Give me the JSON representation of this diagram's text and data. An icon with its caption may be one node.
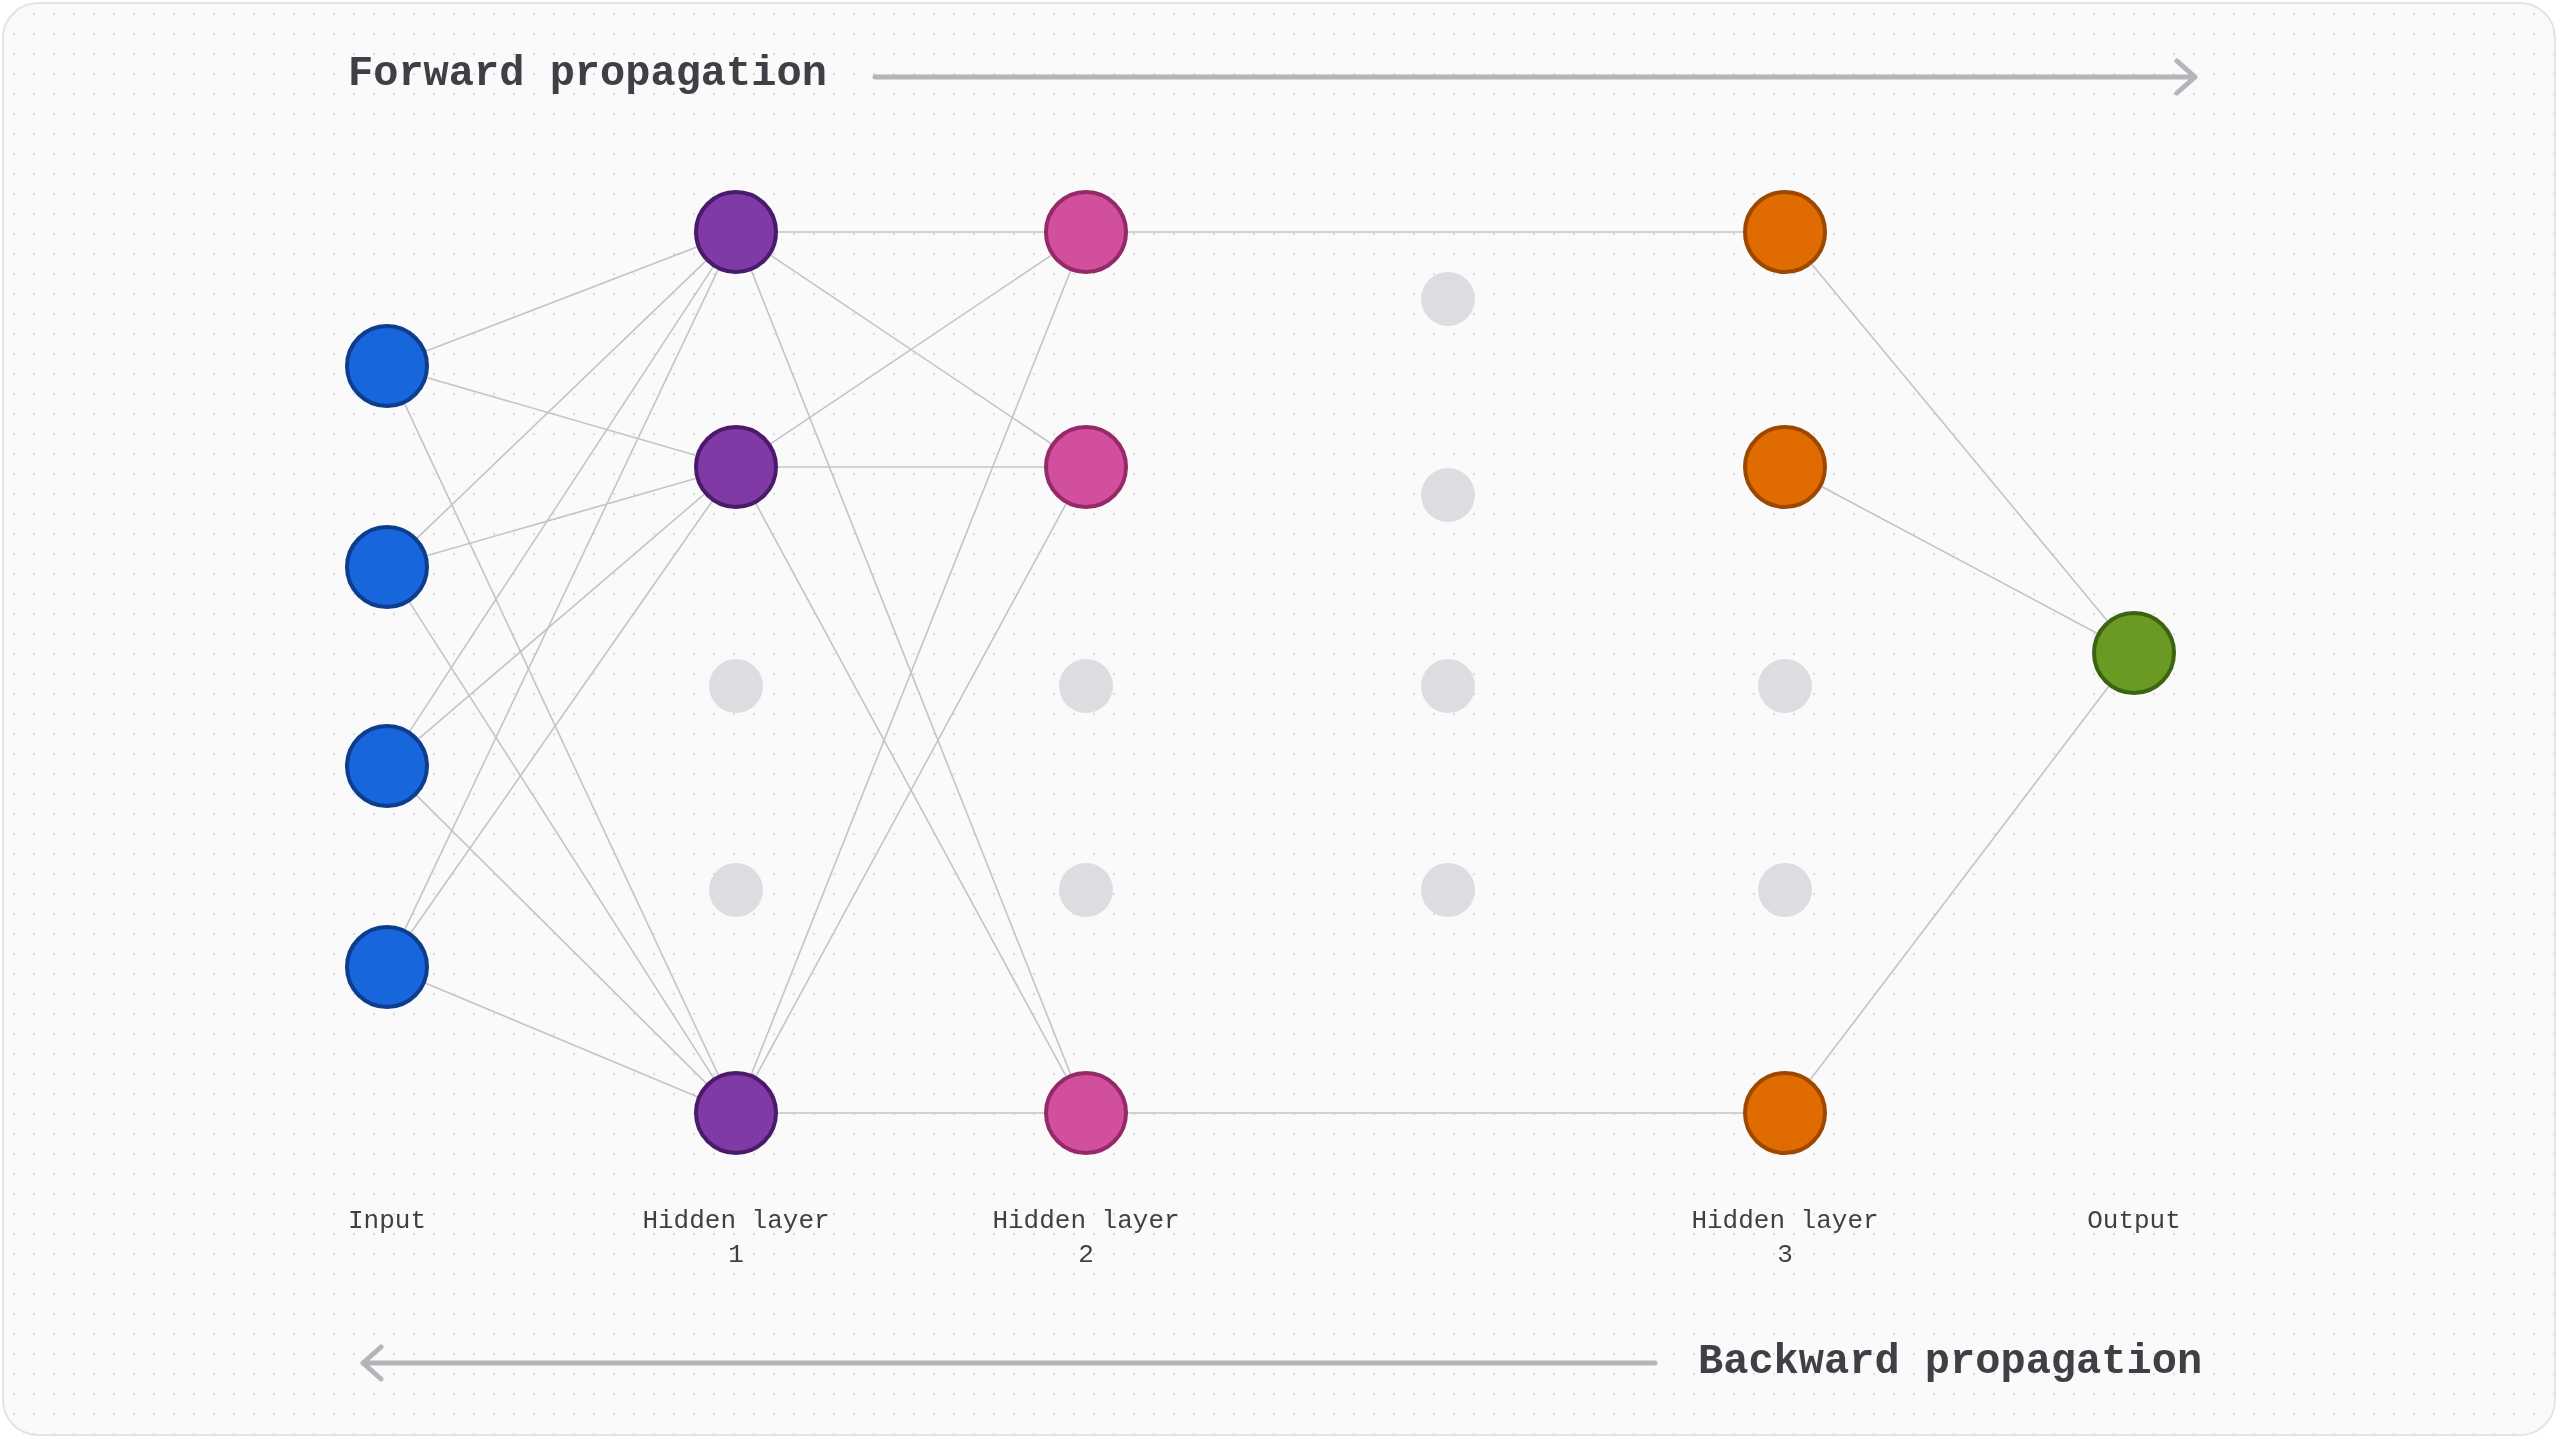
{
  "diagram": {
    "nodes": [
      {
        "text": [],
        "shape": "circle"
      },
      {
        "text": [],
        "shape": "circle"
      },
      {
        "text": [],
        "shape": "circle"
      },
      {
        "text": [],
        "shape": "circle"
      },
      {
        "text": [],
        "shape": "circle"
      },
      {
        "text": [],
        "shape": "circle"
      },
      {
        "text": [],
        "shape": "circle"
      },
      {
        "text": [],
        "shape": "circle"
      },
      {
        "text": [],
        "shape": "circle"
      },
      {
        "text": [],
        "shape": "circle"
      },
      {
        "text": [],
        "shape": "circle"
      },
      {
        "text": [],
        "shape": "circle"
      },
      {
        "text": [],
        "shape": "circle"
      },
      {
        "text": [],
        "shape": "circle"
      },
      {
        "text": [],
        "shape": "circle"
      },
      {
        "text": [],
        "shape": "circle"
      },
      {
        "text": [],
        "shape": "circle"
      },
      {
        "text": [],
        "shape": "circle"
      },
      {
        "text": [],
        "shape": "circle"
      },
      {
        "text": [],
        "shape": "circle"
      },
      {
        "text": [],
        "shape": "circle"
      },
      {
        "text": [],
        "shape": "circle"
      },
      {
        "text": [],
        "shape": "circle"
      },
      {
        "text": [],
        "shape": "circle"
      }
    ],
    "edges": [
      {
        "from": 0,
        "to": 4,
        "arrow": "none"
      },
      {
        "from": 0,
        "to": 5,
        "arrow": "none"
      },
      {
        "from": 0,
        "to": 8,
        "arrow": "none"
      },
      {
        "from": 1,
        "to": 4,
        "arrow": "none"
      },
      {
        "from": 1,
        "to": 5,
        "arrow": "none"
      },
      {
        "from": 1,
        "to": 8,
        "arrow": "none"
      },
      {
        "from": 2,
        "to": 4,
        "arrow": "none"
      },
      {
        "from": 2,
        "to": 5,
        "arrow": "none"
      },
      {
        "from": 2,
        "to": 8,
        "arrow": "none"
      },
      {
        "from": 3,
        "to": 4,
        "arrow": "none"
      },
      {
        "from": 3,
        "to": 5,
        "arrow": "none"
      },
      {
        "from": 3,
        "to": 8,
        "arrow": "none"
      },
      {
        "from": 4,
        "to": 9,
        "arrow": "none"
      },
      {
        "from": 4,
        "to": 10,
        "arrow": "none"
      },
      {
        "from": 4,
        "to": 13,
        "arrow": "none"
      },
      {
        "from": 5,
        "to": 9,
        "arrow": "none"
      },
      {
        "from": 5,
        "to": 10,
        "arrow": "none"
      },
      {
        "from": 5,
        "to": 13,
        "arrow": "none"
      },
      {
        "from": 8,
        "to": 9,
        "arrow": "none"
      },
      {
        "from": 8,
        "to": 10,
        "arrow": "none"
      },
      {
        "from": 8,
        "to": 13,
        "arrow": "none"
      },
      {
        "from": 9,
        "to": 18,
        "arrow": "none"
      },
      {
        "from": 13,
        "to": 22,
        "arrow": "none"
      },
      {
        "from": 18,
        "to": 23,
        "arrow": "none"
      },
      {
        "from": 19,
        "to": 23,
        "arrow": "none"
      },
      {
        "from": 22,
        "to": 23,
        "arrow": "none"
      }
    ],
    "labels": [
      "Forward propagation",
      "Input",
      "Hidden layer 1",
      "Hidden layer 2",
      "Hidden layer 3",
      "Output",
      "Backward propagation"
    ]
  }
}
